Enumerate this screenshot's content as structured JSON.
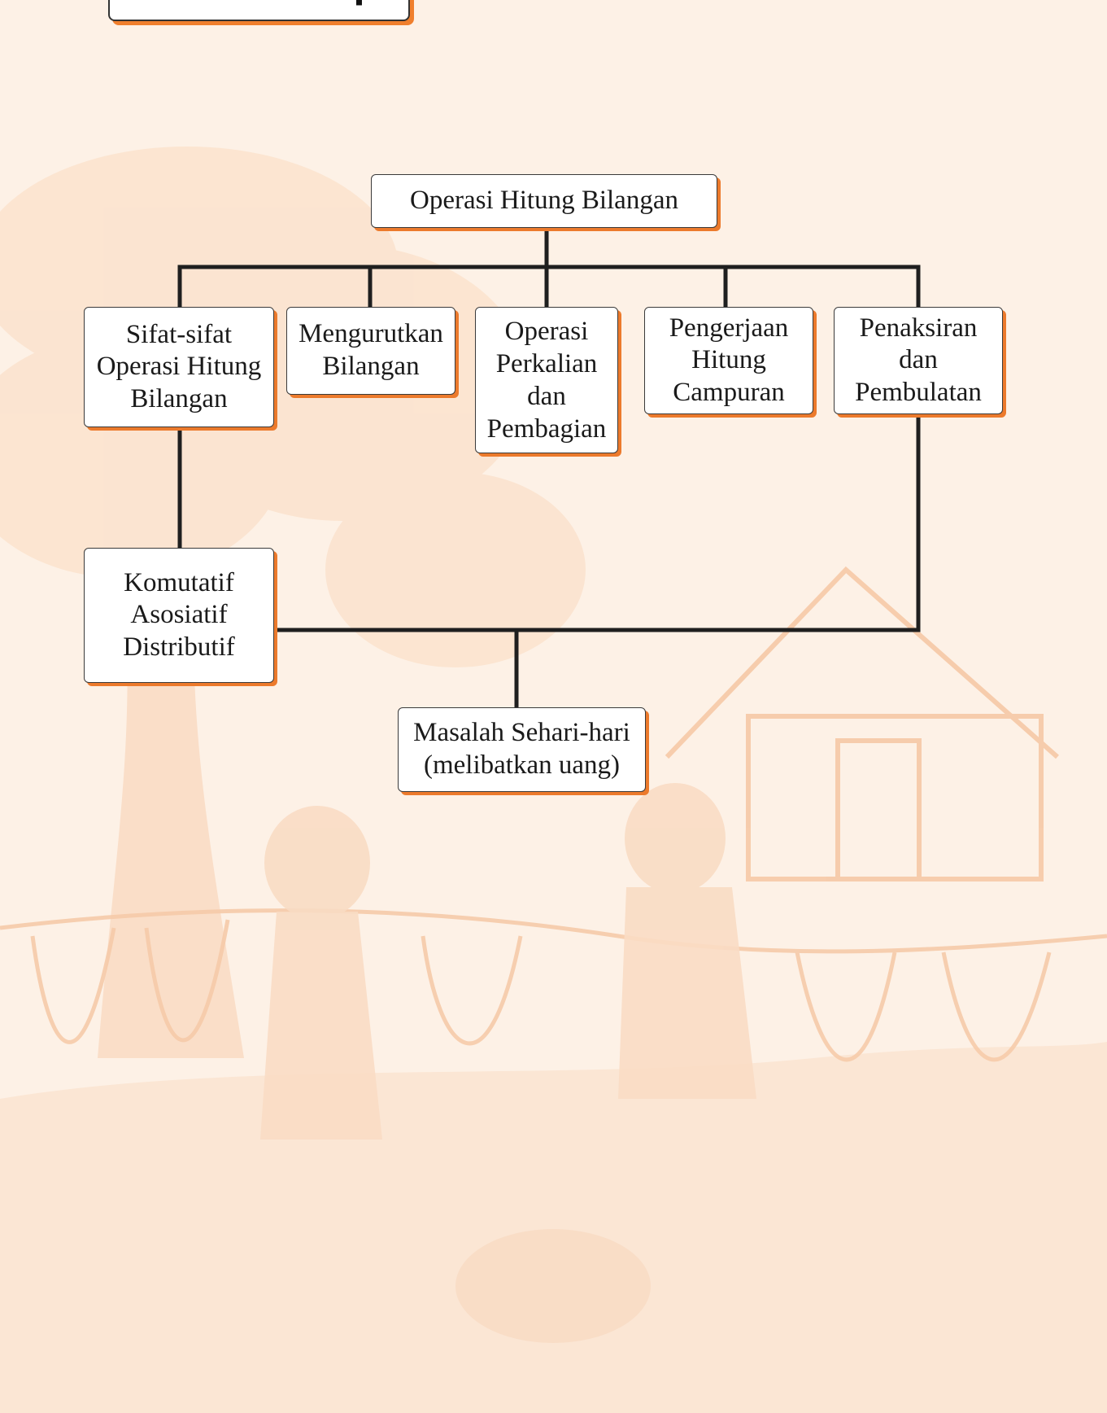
{
  "header": {
    "title": "Peta Konsep"
  },
  "diagram": {
    "root": {
      "lines": [
        "Operasi Hitung Bilangan"
      ]
    },
    "branches": [
      {
        "id": "sifat",
        "lines": [
          "Sifat-sifat",
          "Operasi Hitung",
          "Bilangan"
        ]
      },
      {
        "id": "urut",
        "lines": [
          "Mengurutkan",
          "Bilangan"
        ]
      },
      {
        "id": "perkalian",
        "lines": [
          "Operasi",
          "Perkalian",
          "dan",
          "Pembagian"
        ]
      },
      {
        "id": "campuran",
        "lines": [
          "Pengerjaan",
          "Hitung",
          "Campuran"
        ]
      },
      {
        "id": "penaksiran",
        "lines": [
          "Penaksiran",
          "dan",
          "Pembulatan"
        ]
      }
    ],
    "properties": {
      "lines": [
        "Komutatif",
        "Asosiatif",
        "Distributif"
      ]
    },
    "application": {
      "lines": [
        "Masalah Sehari-hari",
        "(melibatkan uang)"
      ]
    }
  },
  "colors": {
    "accent": "#ec7a2c",
    "line": "#1f1f1f",
    "background": "#fdf1e6"
  }
}
